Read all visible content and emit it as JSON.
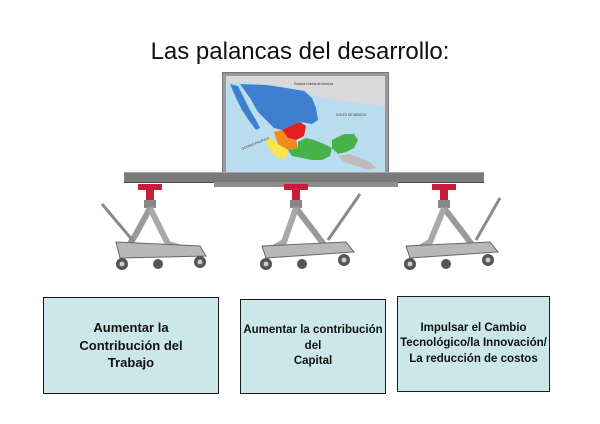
{
  "title": "Las palancas del desarrollo:",
  "map": {
    "label_usa": "Estados Unidos de America",
    "label_gulf": "GOLFO DE MEXICO",
    "label_pacific": "OCEANO PACIFICO",
    "colors": {
      "water": "#b9dcef",
      "land_blue": "#3f7fcf",
      "red": "#e02020",
      "orange": "#f08c1c",
      "yellow": "#ffe34a",
      "green": "#48b24a"
    }
  },
  "boxes": [
    {
      "text": "Aumentar la\nContribución del\nTrabajo"
    },
    {
      "text": "Aumentar la contribución\ndel\nCapital"
    },
    {
      "text": "Impulsar el Cambio\nTecnológico/la Innovación/\nLa reducción de costos"
    }
  ],
  "colors": {
    "box_fill": "#cce7ea",
    "plank": "#7a7a7a",
    "jack_body": "#b8b8b8",
    "jack_saddle": "#c81e3a"
  },
  "icons": [
    "mexico-map",
    "hydraulic-jack-icon"
  ]
}
